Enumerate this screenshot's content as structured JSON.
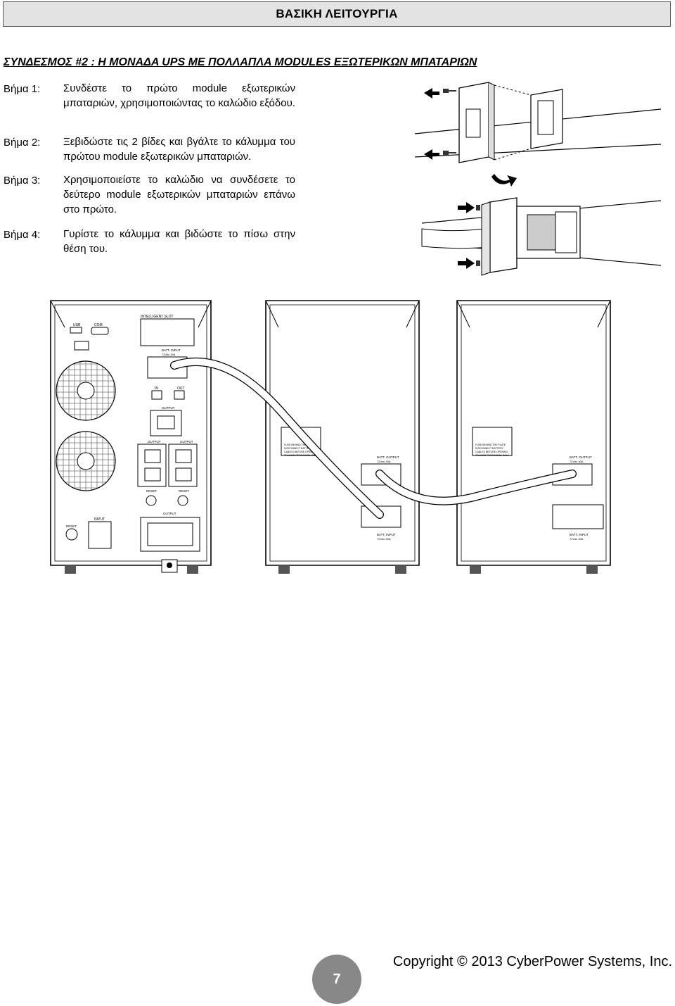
{
  "header": {
    "title": "ΒΑΣΙΚΗ ΛΕΙΤΟΥΡΓΙΑ"
  },
  "section": {
    "title": "ΣΥΝΔΕΣΜΟΣ #2 : Η ΜΟΝΑΔΑ UPS ΜΕ ΠΟΛΛΑΠΛΑ MODULES ΕΞΩΤΕΡΙΚΩΝ ΜΠΑΤΑΡΙΩΝ"
  },
  "steps": [
    {
      "label": "Βήμα 1:",
      "text": "Συνδέστε το πρώτο module εξωτερικών μπαταριών, χρησιμοποιώντας το καλώδιο εξόδου."
    },
    {
      "label": "Βήμα 2:",
      "text": "Ξεβιδώστε τις 2 βίδες και βγάλτε το κάλυμμα του πρώτου module εξωτερικών μπαταριών."
    },
    {
      "label": "Βήμα 3:",
      "text": "Χρησιμοποιείστε το καλώδιο να συνδέσετε το δεύτερο module εξωτερικών μπαταριών επάνω στο πρώτο."
    },
    {
      "label": "Βήμα 4:",
      "text": "Γυρίστε το κάλυμμα και βιδώστε το πίσω στην θέση του."
    }
  ],
  "ups_panel": {
    "usb": "USB",
    "com": "COM",
    "slot": "INTELLIGENT SLOT",
    "batt_input": "BATT. INPUT",
    "batt_rating": "72Vdc 40A",
    "in": "IN",
    "out": "OUT",
    "output": "OUTPUT",
    "reset": "RESET",
    "input": "INPUT"
  },
  "battery_panel": {
    "fuse_warning": [
      "FUSE BEHIND THE PLATE",
      "DISCONNECT BATTERY",
      "CABLES BEFORE OPENING",
      "TRAINED PERSONNEL ONLY"
    ],
    "batt_output": "BATT. OUTPUT",
    "batt_input": "BATT. INPUT",
    "rating": "72Vdc 40A"
  },
  "footer": {
    "page_number": "7",
    "copyright": "Copyright © 2013 CyberPower Systems, Inc."
  }
}
